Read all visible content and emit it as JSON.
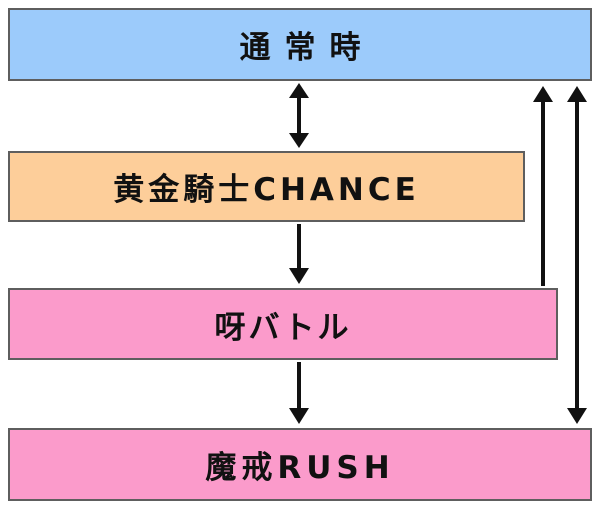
{
  "boxes": {
    "normal": {
      "label": "通常時",
      "color": "#9ccbfb"
    },
    "chance": {
      "label": "黄金騎士CHANCE",
      "color": "#fdce9a"
    },
    "battle": {
      "label": "呀バトル",
      "color": "#fb9bcb"
    },
    "rush": {
      "label": "魔戒RUSH",
      "color": "#fb9bcb"
    }
  },
  "arrow_color": "#111111",
  "edges": [
    {
      "from": "normal",
      "to": "chance",
      "bidirectional": true
    },
    {
      "from": "chance",
      "to": "battle",
      "bidirectional": false
    },
    {
      "from": "battle",
      "to": "rush",
      "bidirectional": false
    },
    {
      "from": "battle",
      "to": "normal",
      "bidirectional": false
    },
    {
      "from": "rush",
      "to": "normal",
      "bidirectional": true
    }
  ]
}
